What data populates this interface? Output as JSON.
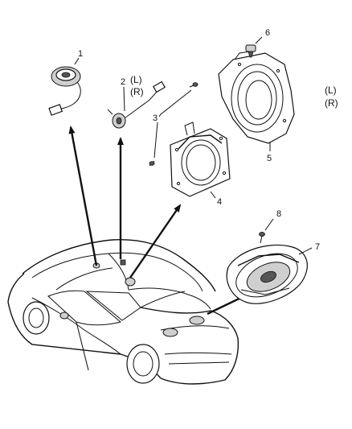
{
  "callouts": {
    "c1": "1",
    "c2": "2",
    "c3": "3",
    "c4": "4",
    "c5": "5",
    "c6": "6",
    "c7": "7",
    "c8": "8"
  },
  "side_labels": {
    "part2_left": "(L)",
    "part2_right": "(R)",
    "part5_left": "(L)",
    "part5_right": "(R)"
  }
}
